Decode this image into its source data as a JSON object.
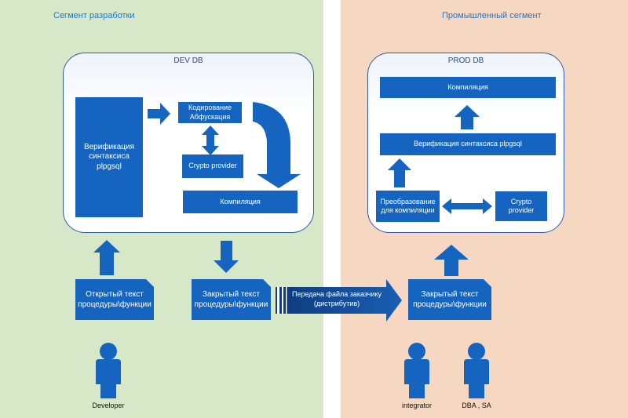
{
  "segments": {
    "dev": {
      "title": "Сегмент разработки"
    },
    "prod": {
      "title": "Промышленный сегмент"
    }
  },
  "dev_db": {
    "title": "DEV DB",
    "verification": "Верификация синтаксиса plpgsql",
    "encoding": "Кодирование Абфускация",
    "crypto": "Crypto provider",
    "compile": "Компиляция"
  },
  "prod_db": {
    "title": "PROD DB",
    "compile": "Компиляция",
    "verification": "Верификация синтаксиса plpgsql",
    "transform": "Преобразование для компиляции",
    "crypto": "Crypto provider"
  },
  "docs": {
    "open_text": "Открытый текст процедуры\\функции",
    "closed_text_dev": "Закрытый текст процедуры\\функции",
    "closed_text_prod": "Закрытый текст процедуры\\функции"
  },
  "transfer": {
    "label": "Передача файла заказчику (дистрибутив)"
  },
  "actors": {
    "developer": "Developer",
    "integrator": "integrator",
    "dba": "DBA , SA"
  },
  "colors": {
    "dev_bg": "#d7e8c9",
    "prod_bg": "#f6d8c2",
    "accent": "#1565c0"
  }
}
